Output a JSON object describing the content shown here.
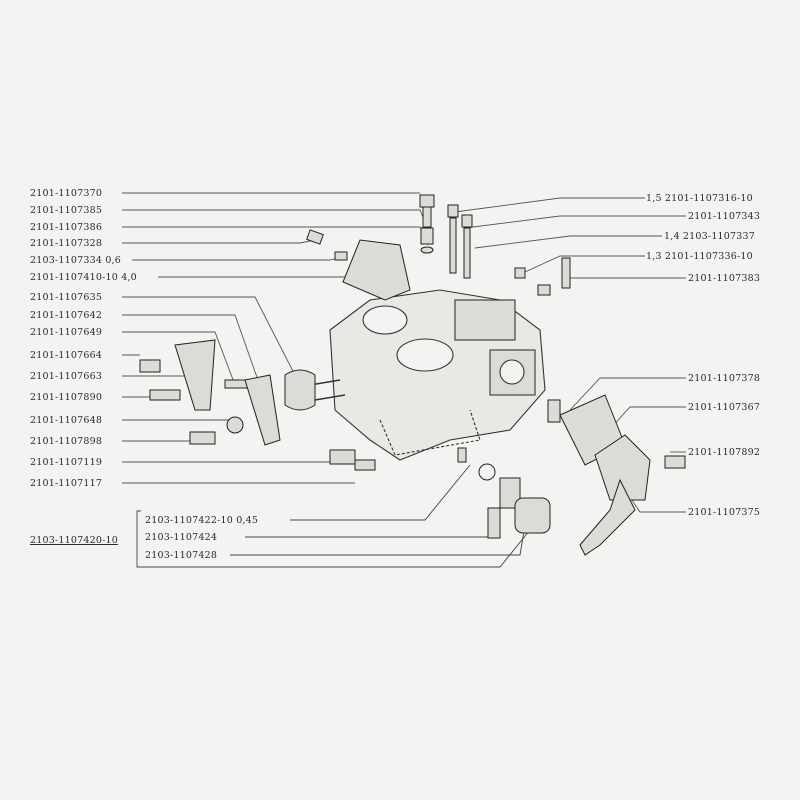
{
  "left_labels": [
    "2101-1107370",
    "2101-1107385",
    "2101-1107386",
    "2101-1107328",
    "2103-1107334 0,6",
    "2101-1107410-10 4,0",
    "2101-1107635",
    "2101-1107642",
    "2101-1107649",
    "2101-1107664",
    "2101-1107663",
    "2101-1107890",
    "2101-1107648",
    "2101-1107898",
    "2101-1107119",
    "2101-1107117"
  ],
  "right_labels": [
    "1,5 2101-1107316-10",
    "2101-1107343",
    "1,4 2103-1107337",
    "1,3 2101-1107336-10",
    "2101-1107383",
    "2101-1107378",
    "2101-1107367",
    "2101-1107892",
    "2101-1107375"
  ],
  "assembly": {
    "label": "2103-1107420-10",
    "items": [
      "2103-1107422-10 0,45",
      "2103-1107424",
      "2103-1107428"
    ]
  }
}
